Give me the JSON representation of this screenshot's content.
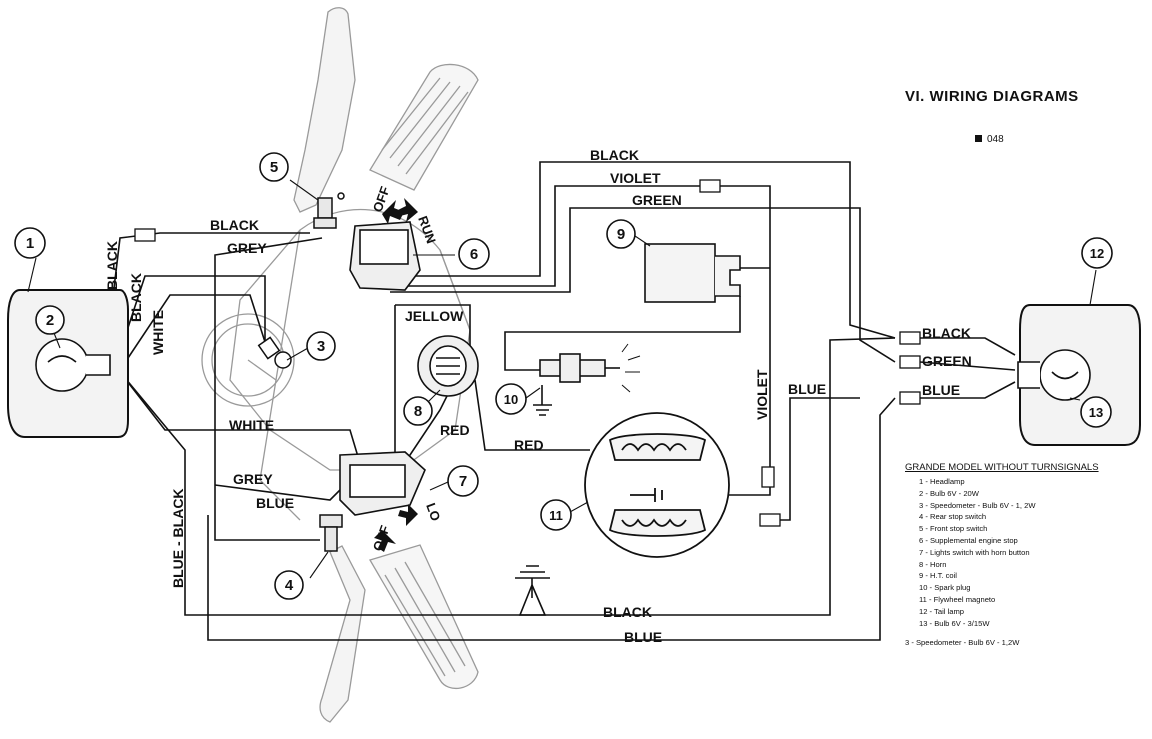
{
  "header": {
    "title": "VI. WIRING DIAGRAMS",
    "page_ref": "048"
  },
  "callouts": [
    "1",
    "2",
    "3",
    "4",
    "5",
    "6",
    "7",
    "8",
    "9",
    "10",
    "11",
    "12",
    "13"
  ],
  "wire_labels": {
    "black_top": "BLACK",
    "violet_top": "VIOLET",
    "green_top": "GREEN",
    "black_switch": "BLACK",
    "grey_top": "GREY",
    "black_left1": "BLACK",
    "black_left2": "BLACK",
    "white_left": "WHITE",
    "jellow": "JELLOW",
    "red_horn": "RED",
    "red": "RED",
    "white_bottom": "WHITE",
    "grey_bottom": "GREY",
    "blue_switch": "BLUE",
    "blue_black": "BLUE - BLACK",
    "violet_vertical": "VIOLET",
    "blue_mid": "BLUE",
    "black_tail": "BLACK",
    "green_tail": "GREEN",
    "blue_tail": "BLUE",
    "black_bottom": "BLACK",
    "blue_bottom": "BLUE"
  },
  "switch_labels": {
    "off_top": "OFF",
    "run": "RUN",
    "off_bottom": "OFF",
    "lo": "LO"
  },
  "legend": {
    "title": "GRANDE MODEL WITHOUT TURNSIGNALS",
    "items": [
      "1 - Headlamp",
      "2 - Bulb 6V - 20W",
      "3 - Speedometer - Bulb 6V - 1, 2W",
      "4 - Rear stop switch",
      "5 - Front stop switch",
      "6 - Supplemental engine stop",
      "7 - Lights switch with horn button",
      "8 - Horn",
      "9 - H.T. coil",
      "10 - Spark plug",
      "11 - Flywheel magneto",
      "12 - Tail lamp",
      "13 - Bulb 6V - 3/15W"
    ],
    "note": "3 - Speedometer - Bulb 6V - 1,2W"
  }
}
